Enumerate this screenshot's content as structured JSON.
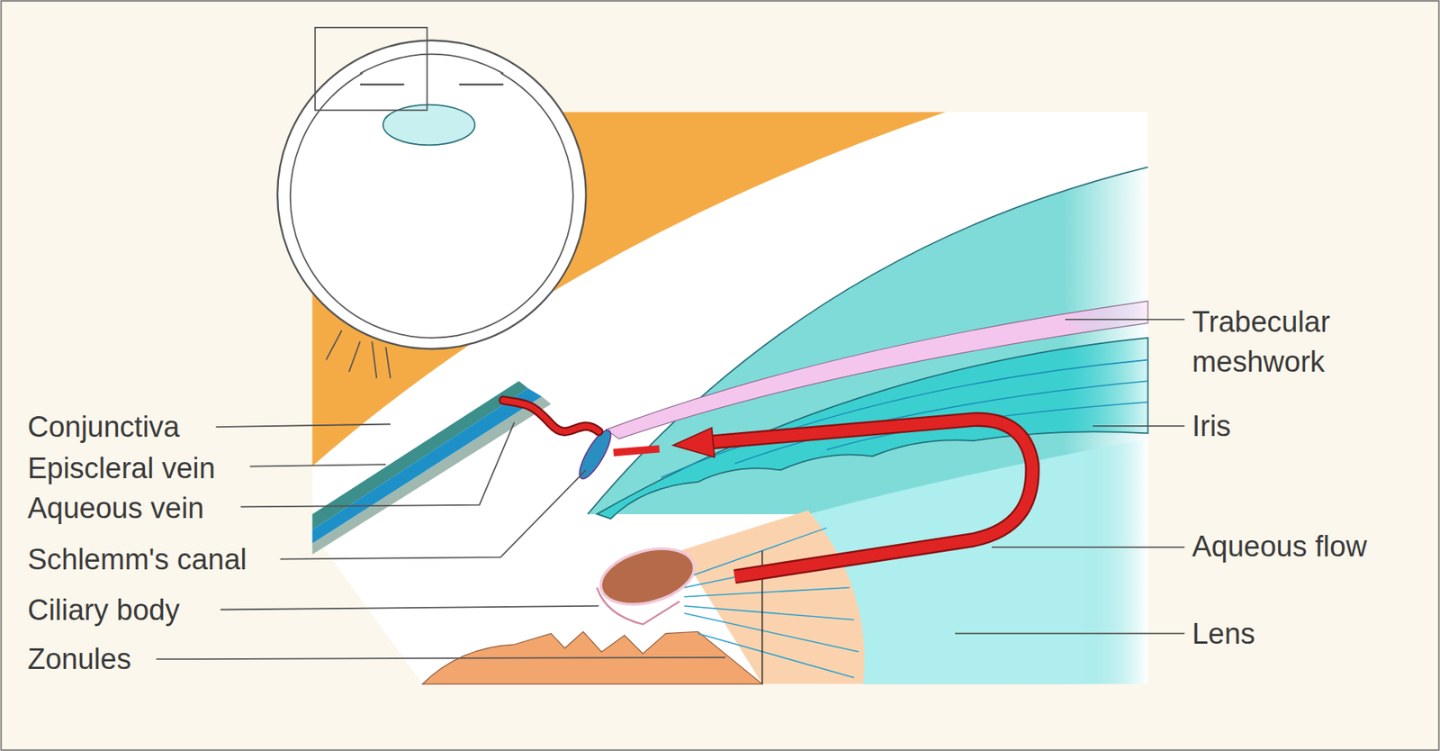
{
  "diagram": {
    "labels": [
      "Conjunctiva",
      "Episcleral vein",
      "Aqueous vein",
      "Schlemm's canal",
      "Ciliary body",
      "Zonules",
      "Trabecular meshwork",
      "Iris",
      "Aqueous flow",
      "Lens"
    ]
  }
}
